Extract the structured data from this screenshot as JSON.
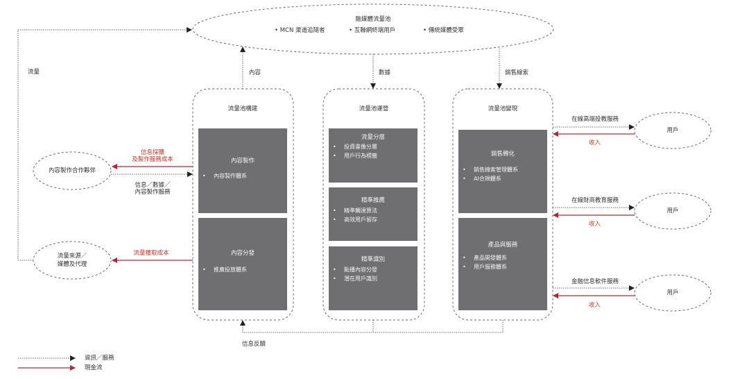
{
  "pool": {
    "title": "融媒體流量池",
    "items": [
      "MCN 渠道追隨者",
      "互聯網終端用戶",
      "傳統媒體受眾"
    ]
  },
  "flows": {
    "traffic": "流量",
    "content": "內容",
    "data": "數據",
    "sales_leads": "銷售線索",
    "feedback": "信息反饋",
    "procurement_cost": [
      "信息採購",
      "及製作服務成本"
    ],
    "info_services": [
      "信息／數據／",
      "內容製作服務"
    ],
    "acquisition_cost": "流量獲取成本"
  },
  "partners": {
    "content_partner": "內容製作合作夥伴",
    "traffic_source": [
      "流量來源／",
      "媒體及代理"
    ]
  },
  "columns": [
    {
      "title": "流量池構建",
      "boxes": [
        {
          "title": "內容製作",
          "items": [
            "內容製作體系"
          ]
        },
        {
          "title": "內容分發",
          "items": [
            "推廣投放體系"
          ]
        }
      ]
    },
    {
      "title": "流量池運營",
      "boxes": [
        {
          "title": "流量分層",
          "items": [
            "投資畫像分層",
            "用戶行為標籤"
          ]
        },
        {
          "title": "精準推薦",
          "items": [
            "精準觸達算法",
            "高效用戶留存"
          ]
        },
        {
          "title": "精準識別",
          "items": [
            "點播內容分發",
            "潛在用戶識別"
          ]
        }
      ]
    },
    {
      "title": "流量池變現",
      "boxes": [
        {
          "title": "銷售轉化",
          "items": [
            "銷售線索管理體系",
            "AI合規體系"
          ]
        },
        {
          "title": "產品與服務",
          "items": [
            "產品開發體系",
            "用戶服務體系"
          ]
        }
      ]
    }
  ],
  "services": [
    {
      "service": "在線高端投教服務",
      "revenue": "收入",
      "user": "用戶"
    },
    {
      "service": "在線財商教育服務",
      "revenue": "收入",
      "user": "用戶"
    },
    {
      "service": "金融信息軟件服務",
      "revenue": "收入",
      "user": "用戶"
    }
  ],
  "legend": {
    "info_service": "資訊／服務",
    "cash_flow": "現金流"
  },
  "colors": {
    "box_fill": "#6f6f72",
    "cash_flow": "#c0392b",
    "dotted": "#555555"
  }
}
